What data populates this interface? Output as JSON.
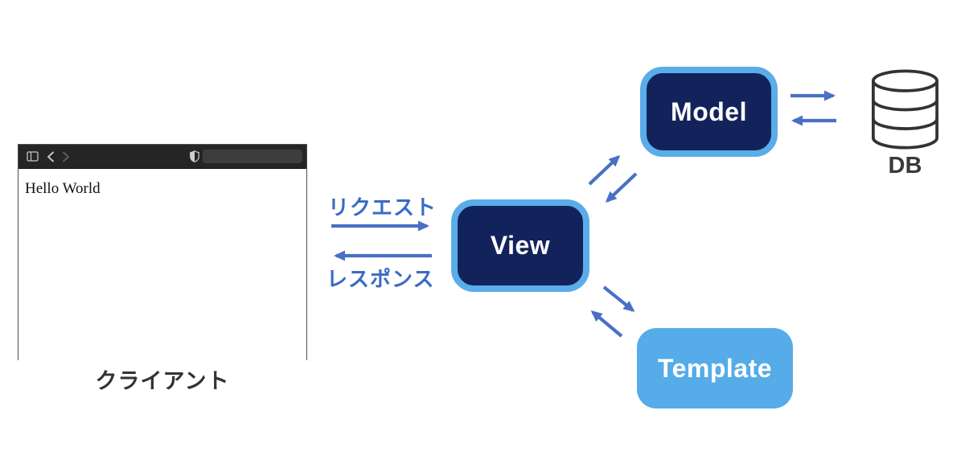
{
  "client": {
    "label": "クライアント",
    "browser": {
      "page_text": "Hello World",
      "address_value": "",
      "address_placeholder": "",
      "icons": {
        "sidebar": "sidebar-toggle-icon",
        "back": "back-chevron-icon",
        "forward": "forward-chevron-icon",
        "shield": "privacy-shield-icon"
      }
    }
  },
  "flows": {
    "request": "リクエスト",
    "response": "レスポンス"
  },
  "nodes": {
    "view": "View",
    "model": "Model",
    "template": "Template",
    "db": "DB"
  },
  "arrows": [
    {
      "from": "client",
      "to": "view",
      "label": "リクエスト"
    },
    {
      "from": "view",
      "to": "client",
      "label": "レスポンス"
    },
    {
      "from": "view",
      "to": "model",
      "label": ""
    },
    {
      "from": "model",
      "to": "view",
      "label": ""
    },
    {
      "from": "model",
      "to": "db",
      "label": ""
    },
    {
      "from": "db",
      "to": "model",
      "label": ""
    },
    {
      "from": "view",
      "to": "template",
      "label": ""
    },
    {
      "from": "template",
      "to": "view",
      "label": ""
    }
  ],
  "colors": {
    "node_fill_navy": "#12235c",
    "node_border_lightblue": "#5aade9",
    "template_fill": "#55ace8",
    "arrow_blue": "#4a6fc7",
    "flow_label_blue": "#3a6bc4",
    "titlebar_bg": "#252525",
    "addressbar_bg": "#3d3d3d",
    "dark_text": "#3a3a3a"
  }
}
